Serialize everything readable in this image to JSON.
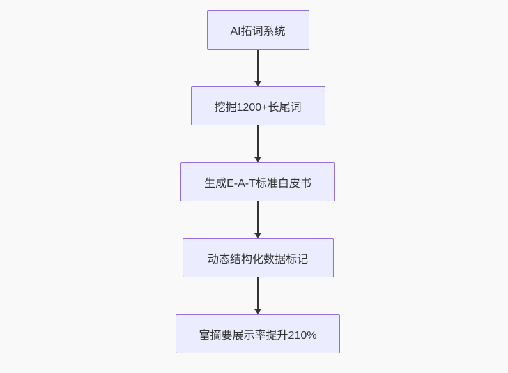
{
  "diagram": {
    "type": "flowchart",
    "direction": "top-down",
    "nodes": [
      {
        "id": "A",
        "label": "AI拓词系统"
      },
      {
        "id": "B",
        "label": "挖掘1200+长尾词"
      },
      {
        "id": "C",
        "label": "生成E-A-T标准白皮书"
      },
      {
        "id": "D",
        "label": "动态结构化数据标记"
      },
      {
        "id": "E",
        "label": "富摘要展示率提升210%"
      }
    ],
    "edges": [
      {
        "from": "A",
        "to": "B"
      },
      {
        "from": "B",
        "to": "C"
      },
      {
        "from": "C",
        "to": "D"
      },
      {
        "from": "D",
        "to": "E"
      }
    ]
  },
  "colors": {
    "page-bg": "#f9f9f9",
    "node-fill": "#ececff",
    "node-border": "#9370db",
    "node-text": "#333333",
    "arrow": "#333333"
  }
}
